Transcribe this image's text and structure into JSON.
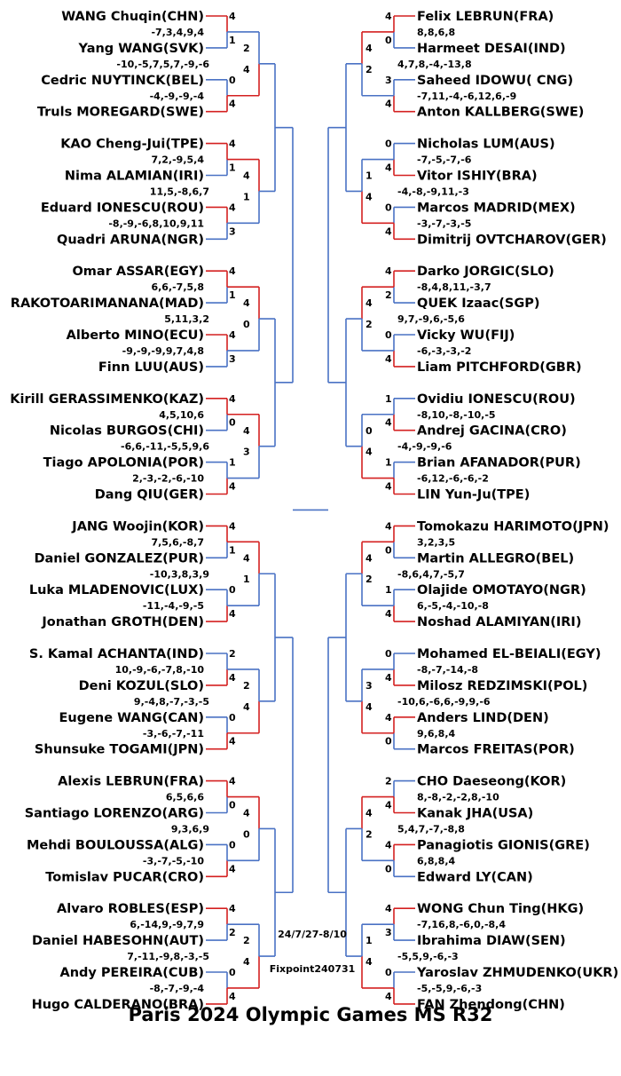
{
  "title": "Paris 2024 Olympic Games MS R32",
  "dates": "24/7/27-8/10",
  "credit": "Fixpoint240731",
  "colors": {
    "winner": "#d42020",
    "loser": "#4a72c4"
  },
  "left": [
    {
      "top": "WANG Chuqin(CHN)",
      "bottom": "Yang WANG(SVK)",
      "score": "-7,3,4,9,4",
      "tg": "4",
      "bg": "1",
      "winner": "top"
    },
    {
      "top": "Cedric NUYTINCK(BEL)",
      "bottom": "Truls MOREGARD(SWE)",
      "score": "-4,-9,-9,-4",
      "tg": "0",
      "bg": "4",
      "winner": "bottom"
    },
    {
      "top": "KAO Cheng-Jui(TPE)",
      "bottom": "Nima ALAMIAN(IRI)",
      "score": "7,2,-9,5,4",
      "tg": "4",
      "bg": "1",
      "winner": "top"
    },
    {
      "top": "Eduard IONESCU(ROU)",
      "bottom": "Quadri ARUNA(NGR)",
      "score": "-8,-9,-6,8,10,9,11",
      "tg": "4",
      "bg": "3",
      "winner": "top"
    },
    {
      "top": "Omar ASSAR(EGY)",
      "bottom": "RAKOTOARIMANANA(MAD)",
      "score": "6,6,-7,5,8",
      "tg": "4",
      "bg": "1",
      "winner": "top"
    },
    {
      "top": "Alberto MINO(ECU)",
      "bottom": "Finn LUU(AUS)",
      "score": "-9,-9,-9,9,7,4,8",
      "tg": "4",
      "bg": "3",
      "winner": "top"
    },
    {
      "top": "Kirill GERASSIMENKO(KAZ)",
      "bottom": "Nicolas BURGOS(CHI)",
      "score": "4,5,10,6",
      "tg": "4",
      "bg": "0",
      "winner": "top"
    },
    {
      "top": "Tiago APOLONIA(POR)",
      "bottom": "Dang QIU(GER)",
      "score": "2,-3,-2,-6,-10",
      "tg": "1",
      "bg": "4",
      "winner": "bottom"
    },
    {
      "top": "JANG Woojin(KOR)",
      "bottom": "Daniel GONZALEZ(PUR)",
      "score": "7,5,6,-8,7",
      "tg": "4",
      "bg": "1",
      "winner": "top"
    },
    {
      "top": "Luka MLADENOVIC(LUX)",
      "bottom": "Jonathan GROTH(DEN)",
      "score": "-11,-4,-9,-5",
      "tg": "0",
      "bg": "4",
      "winner": "bottom"
    },
    {
      "top": "S. Kamal ACHANTA(IND)",
      "bottom": "Deni KOZUL(SLO)",
      "score": "10,-9,-6,-7,8,-10",
      "tg": "2",
      "bg": "4",
      "winner": "bottom"
    },
    {
      "top": "Eugene WANG(CAN)",
      "bottom": "Shunsuke TOGAMI(JPN)",
      "score": "-3,-6,-7,-11",
      "tg": "0",
      "bg": "4",
      "winner": "bottom"
    },
    {
      "top": "Alexis LEBRUN(FRA)",
      "bottom": "Santiago LORENZO(ARG)",
      "score": "6,5,6,6",
      "tg": "4",
      "bg": "0",
      "winner": "top"
    },
    {
      "top": "Mehdi BOULOUSSA(ALG)",
      "bottom": "Tomislav PUCAR(CRO)",
      "score": "-3,-7,-5,-10",
      "tg": "0",
      "bg": "4",
      "winner": "bottom"
    },
    {
      "top": "Alvaro ROBLES(ESP)",
      "bottom": "Daniel HABESOHN(AUT)",
      "score": "6,-14,9,-9,7,9",
      "tg": "4",
      "bg": "2",
      "winner": "top"
    },
    {
      "top": "Andy PEREIRA(CUB)",
      "bottom": "Hugo CALDERANO(BRA)",
      "score": "-8,-7,-9,-4",
      "tg": "0",
      "bg": "4",
      "winner": "bottom"
    }
  ],
  "right": [
    {
      "top": "Felix LEBRUN(FRA)",
      "bottom": "Harmeet DESAI(IND)",
      "score": "8,8,6,8",
      "tg": "4",
      "bg": "0",
      "winner": "top"
    },
    {
      "top": "Saheed IDOWU( CNG)",
      "bottom": "Anton KALLBERG(SWE)",
      "score": "-7,11,-4,-6,12,6,-9",
      "tg": "3",
      "bg": "4",
      "winner": "bottom"
    },
    {
      "top": "Nicholas LUM(AUS)",
      "bottom": "Vitor ISHIY(BRA)",
      "score": "-7,-5,-7,-6",
      "tg": "0",
      "bg": "4",
      "winner": "bottom"
    },
    {
      "top": "Marcos MADRID(MEX)",
      "bottom": "Dimitrij OVTCHAROV(GER)",
      "score": "-3,-7,-3,-5",
      "tg": "0",
      "bg": "4",
      "winner": "bottom"
    },
    {
      "top": "Darko JORGIC(SLO)",
      "bottom": "QUEK Izaac(SGP)",
      "score": "-8,4,8,11,-3,7",
      "tg": "4",
      "bg": "2",
      "winner": "top"
    },
    {
      "top": "Vicky WU(FIJ)",
      "bottom": "Liam PITCHFORD(GBR)",
      "score": "-6,-3,-3,-2",
      "tg": "0",
      "bg": "4",
      "winner": "bottom"
    },
    {
      "top": "Ovidiu IONESCU(ROU)",
      "bottom": "Andrej GACINA(CRO)",
      "score": "-8,10,-8,-10,-5",
      "tg": "1",
      "bg": "4",
      "winner": "bottom"
    },
    {
      "top": "Brian AFANADOR(PUR)",
      "bottom": "LIN Yun-Ju(TPE)",
      "score": "-6,12,-6,-6,-2",
      "tg": "1",
      "bg": "4",
      "winner": "bottom"
    },
    {
      "top": "Tomokazu HARIMOTO(JPN)",
      "bottom": "Martin ALLEGRO(BEL)",
      "score": "3,2,3,5",
      "tg": "4",
      "bg": "0",
      "winner": "top"
    },
    {
      "top": "Olajide OMOTAYO(NGR)",
      "bottom": "Noshad ALAMIYAN(IRI)",
      "score": "6,-5,-4,-10,-8",
      "tg": "1",
      "bg": "4",
      "winner": "bottom"
    },
    {
      "top": "Mohamed EL-BEIALI(EGY)",
      "bottom": "Milosz REDZIMSKI(POL)",
      "score": "-8,-7,-14,-8",
      "tg": "0",
      "bg": "4",
      "winner": "bottom"
    },
    {
      "top": "Anders LIND(DEN)",
      "bottom": "Marcos FREITAS(POR)",
      "score": "9,6,8,4",
      "tg": "4",
      "bg": "0",
      "winner": "top"
    },
    {
      "top": "CHO Daeseong(KOR)",
      "bottom": "Kanak JHA(USA)",
      "score": "8,-8,-2,-2,8,-10",
      "tg": "2",
      "bg": "4",
      "winner": "bottom"
    },
    {
      "top": "Panagiotis GIONIS(GRE)",
      "bottom": "Edward LY(CAN)",
      "score": "6,8,8,4",
      "tg": "4",
      "bg": "0",
      "winner": "top"
    },
    {
      "top": "WONG Chun Ting(HKG)",
      "bottom": "Ibrahima DIAW(SEN)",
      "score": "-7,16,8,-6,0,-8,4",
      "tg": "4",
      "bg": "3",
      "winner": "top"
    },
    {
      "top": "Yaroslav ZHMUDENKO(UKR)",
      "bottom": "FAN Zhendong(CHN)",
      "score": "-5,-5,9,-6,-3",
      "tg": "0",
      "bg": "4",
      "winner": "bottom"
    }
  ],
  "leftR2": [
    {
      "score": "-10,-5,7,5,7,-9,-6",
      "tg": "2",
      "bg": "4",
      "winner": "bottom"
    },
    {
      "score": "11,5,-8,6,7",
      "tg": "4",
      "bg": "1",
      "winner": "top"
    },
    {
      "score": "5,11,3,2",
      "tg": "4",
      "bg": "0",
      "winner": "top"
    },
    {
      "score": "-6,6,-11,-5,5,9,6",
      "tg": "4",
      "bg": "3",
      "winner": "top"
    },
    {
      "score": "-10,3,8,3,9",
      "tg": "4",
      "bg": "1",
      "winner": "top"
    },
    {
      "score": "9,-4,8,-7,-3,-5",
      "tg": "2",
      "bg": "4",
      "winner": "bottom"
    },
    {
      "score": "9,3,6,9",
      "tg": "4",
      "bg": "0",
      "winner": "top"
    },
    {
      "score": "7,-11,-9,8,-3,-5",
      "tg": "2",
      "bg": "4",
      "winner": "bottom"
    }
  ],
  "rightR2": [
    {
      "score": "4,7,8,-4,-13,8",
      "tg": "4",
      "bg": "2",
      "winner": "top"
    },
    {
      "score": "-4,-8,-9,11,-3",
      "tg": "1",
      "bg": "4",
      "winner": "bottom"
    },
    {
      "score": "9,7,-9,6,-5,6",
      "tg": "4",
      "bg": "2",
      "winner": "top"
    },
    {
      "score": "-4,-9,-9,-6",
      "tg": "0",
      "bg": "4",
      "winner": "bottom"
    },
    {
      "score": "-8,6,4,7,-5,7",
      "tg": "4",
      "bg": "2",
      "winner": "top"
    },
    {
      "score": "-10,6,-6,6,-9,9,-6",
      "tg": "3",
      "bg": "4",
      "winner": "bottom"
    },
    {
      "score": "5,4,7,-7,-8,8",
      "tg": "4",
      "bg": "2",
      "winner": "top"
    },
    {
      "score": "-5,5,9,-6,-3",
      "tg": "1",
      "bg": "4",
      "winner": "bottom"
    }
  ]
}
